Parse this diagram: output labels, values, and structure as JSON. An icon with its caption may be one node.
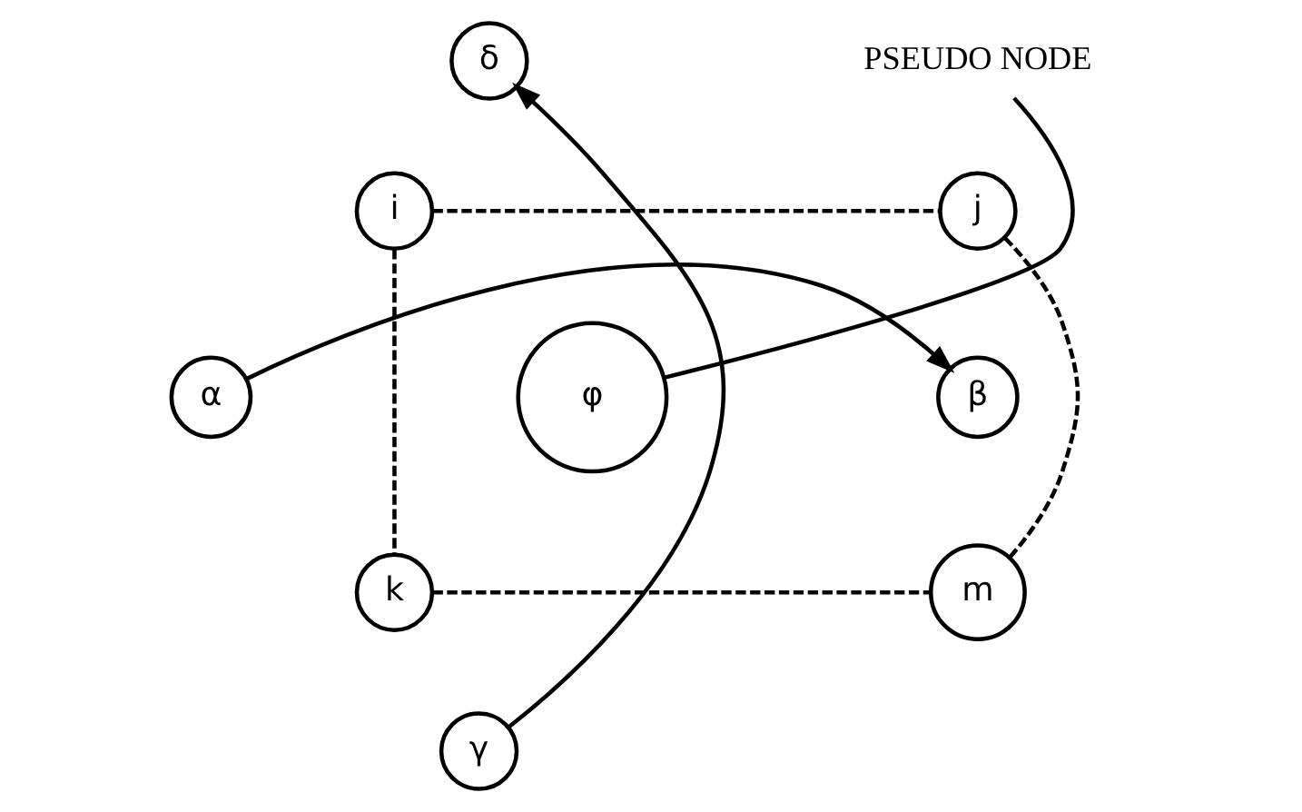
{
  "diagram": {
    "nodes": [
      {
        "text": [
          "δ"
        ]
      },
      {
        "text": [
          "PSEUDO NODE"
        ]
      },
      {
        "text": [
          "i"
        ]
      },
      {
        "text": [
          "j"
        ]
      },
      {
        "text": [
          "α"
        ]
      },
      {
        "text": [
          "φ"
        ]
      },
      {
        "text": [
          "β"
        ]
      },
      {
        "text": [
          "k"
        ]
      },
      {
        "text": [
          "m"
        ]
      },
      {
        "text": [
          "γ"
        ]
      }
    ],
    "edges": [
      {
        "from": 4,
        "to": 6,
        "arrow": "to"
      },
      {
        "from": 9,
        "to": 0,
        "arrow": "to"
      },
      {
        "from": 2,
        "to": 3,
        "arrow": "none",
        "style": "dashed"
      },
      {
        "from": 2,
        "to": 7,
        "arrow": "none",
        "style": "dashed"
      },
      {
        "from": 3,
        "to": 8,
        "arrow": "none",
        "style": "dashed"
      },
      {
        "from": 7,
        "to": 8,
        "arrow": "none",
        "style": "dashed"
      },
      {
        "from": 1,
        "to": 5,
        "arrow": "none"
      }
    ]
  }
}
